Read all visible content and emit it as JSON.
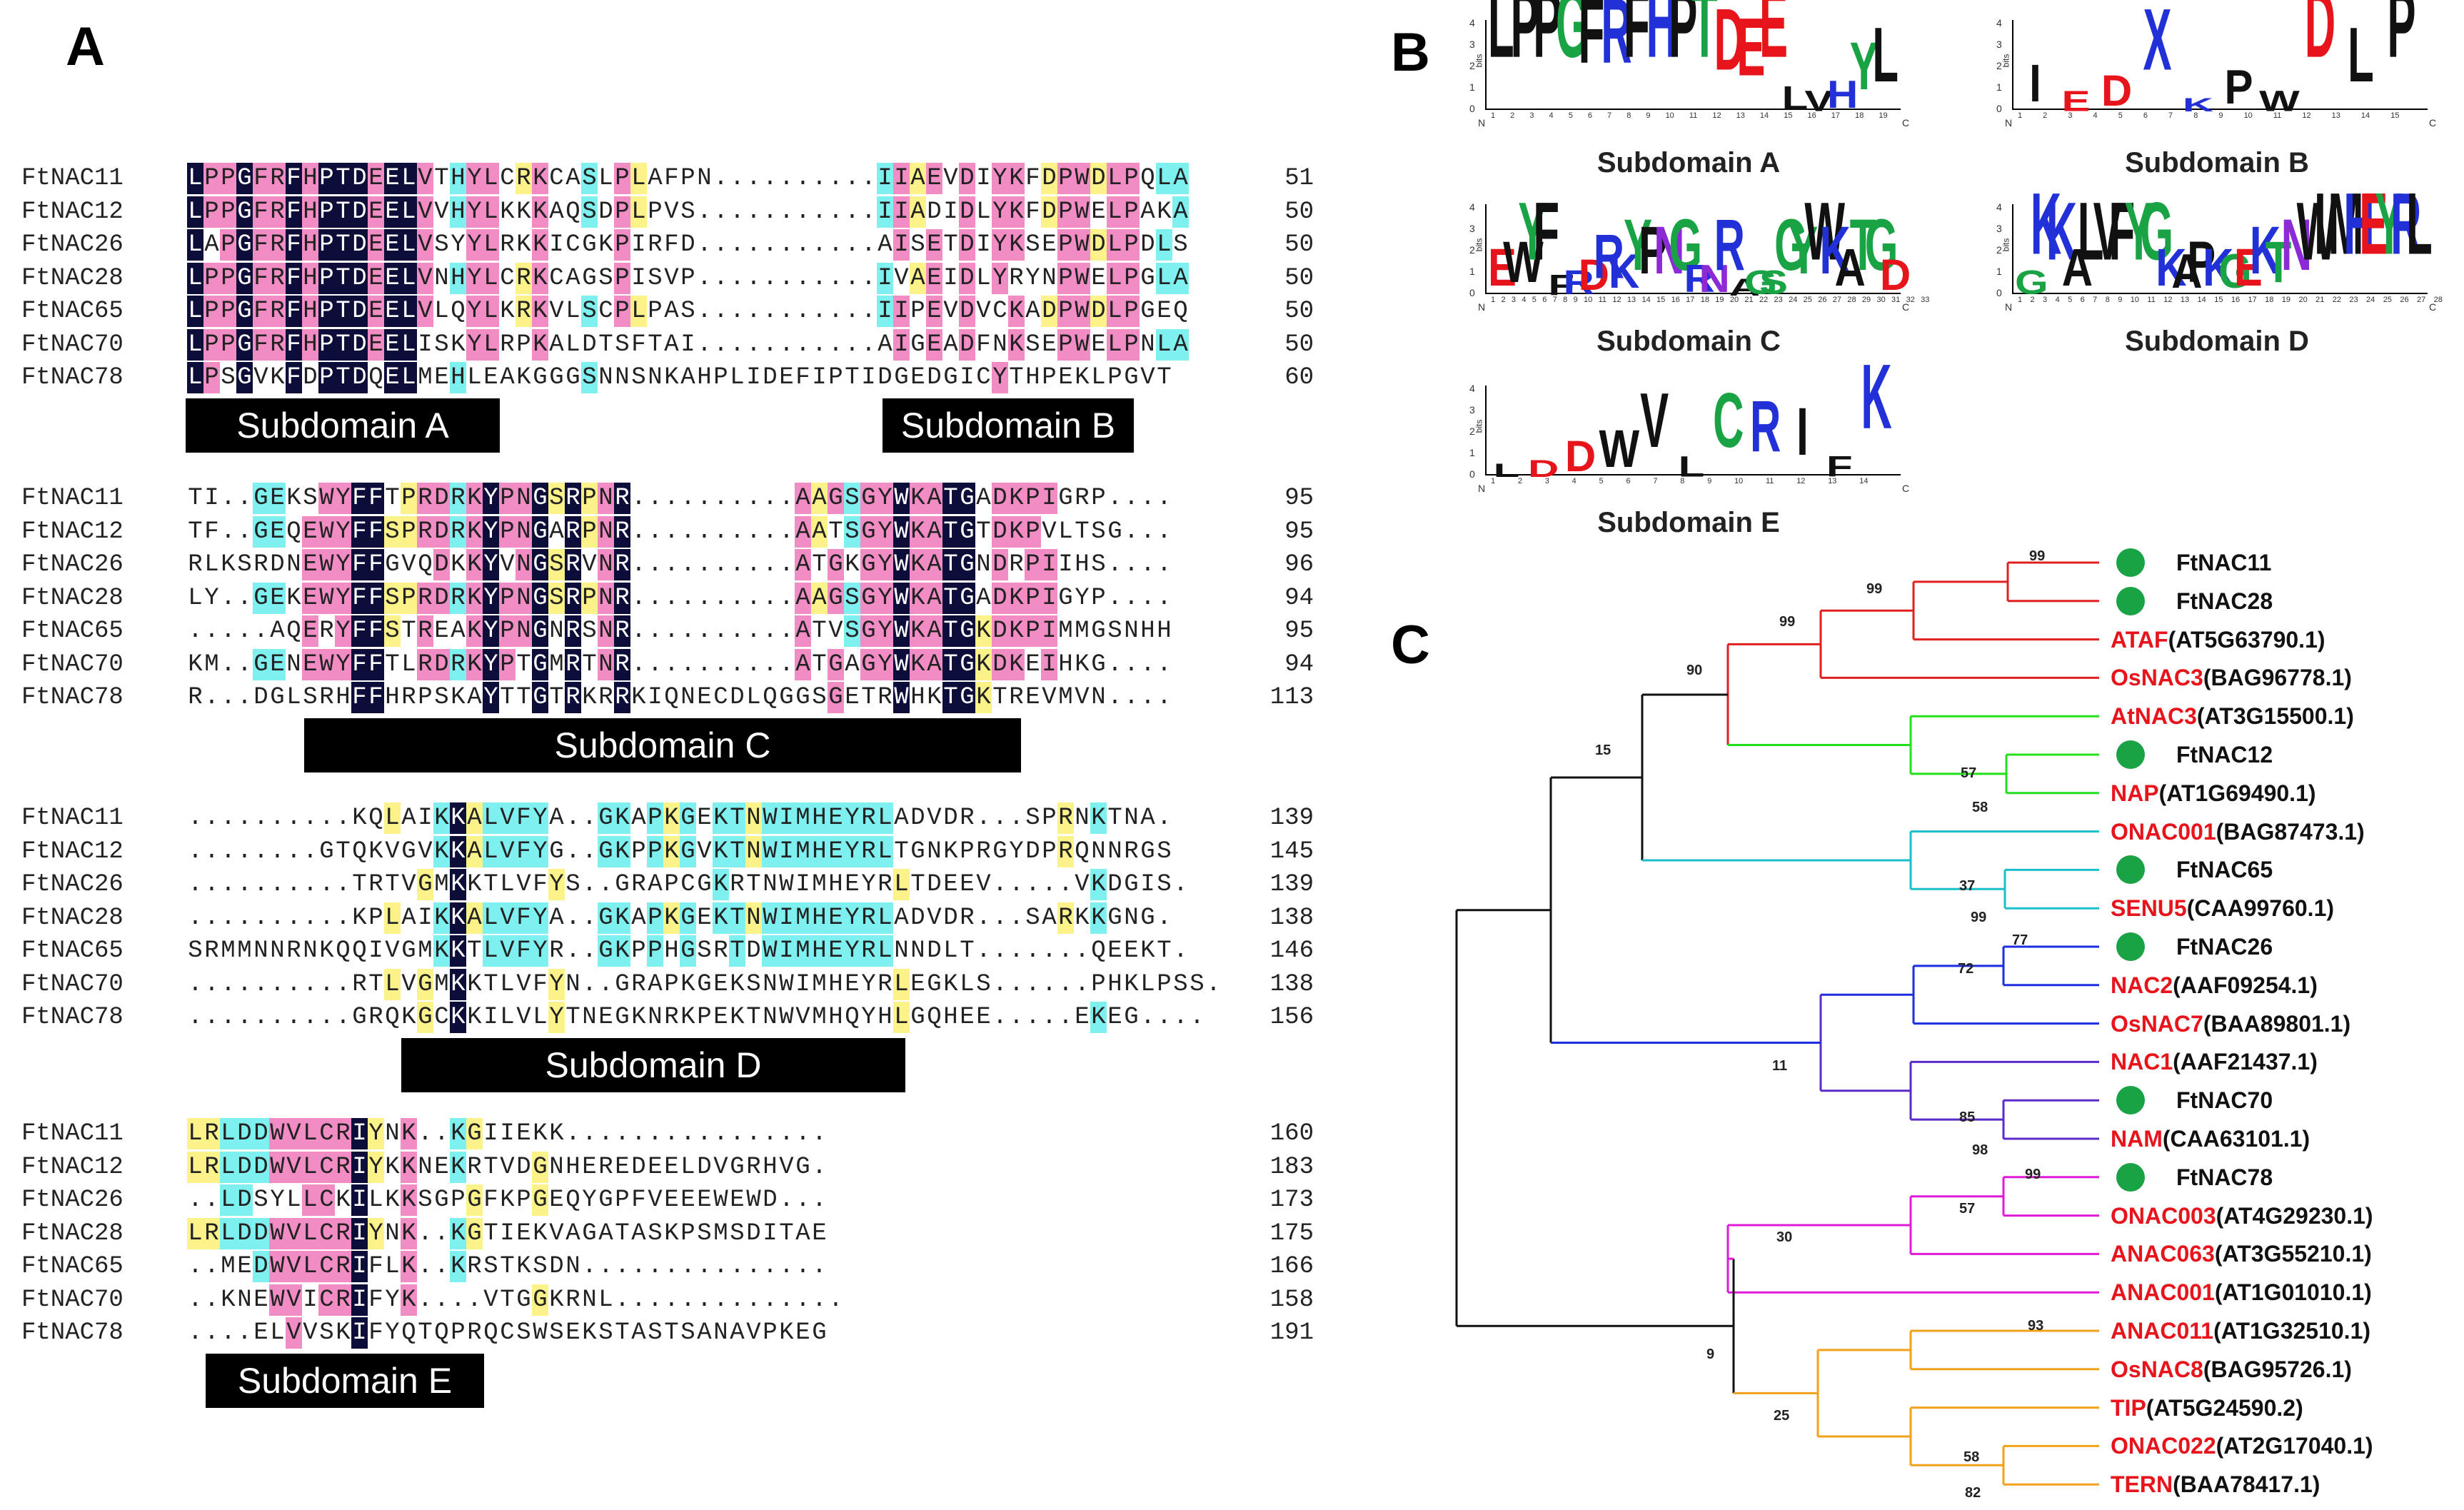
{
  "panels": {
    "a": "A",
    "b": "B",
    "c": "C"
  },
  "colors": {
    "black_bg": "#0d0d3a",
    "pink": "#f28cc4",
    "cyan": "#7ff0f0",
    "yellow": "#fbf28a"
  },
  "alignment": {
    "blocks": [
      {
        "rows": [
          {
            "name": "FtNAC11",
            "seq": "LPPGFRFHPTDEELVTHYLCRKCASLPLAFPN..........IIAEVDIYKFDPWDLPQLA",
            "num": "51"
          },
          {
            "name": "FtNAC12",
            "seq": "LPPGFRFHPTDEELVVHYLKKKAQSDPLPVS...........IIADIDLYKFDPWELPAKA",
            "num": "50"
          },
          {
            "name": "FtNAC26",
            "seq": "LAPGFRFHPTDEELVSYYLRKKICGKPIRFD...........AISETDIYKSEPWDLPDLS",
            "num": "50"
          },
          {
            "name": "FtNAC28",
            "seq": "LPPGFRFHPTDEELVNHYLCRKCAGSPISVP...........IVAEIDLYRYNPWELPGLA",
            "num": "50"
          },
          {
            "name": "FtNAC65",
            "seq": "LPPGFRFHPTDEELVLQYLKRKVLSCPLPAS...........IIPEVDVCKADPWDLPGEQ",
            "num": "50"
          },
          {
            "name": "FtNAC70",
            "seq": "LPPGFRFHPTDEELISKYLRPKALDTSFTAI...........AIGEADFNKSEPWELPNLA",
            "num": "50"
          },
          {
            "name": "FtNAC78",
            "seq": "LPSGVKFDPTDQELMEHLEAKGGGSNNSNKAHPLIDEFIPTIDGEDGICYTHPEKLPGVT",
            "num": "60"
          }
        ]
      },
      {
        "rows": [
          {
            "name": "FtNAC11",
            "seq": "TI..GEKSWYFFTPRDRKYPNGSRPNR..........AAGSGYWKATGADKPIGRP....",
            "num": "95"
          },
          {
            "name": "FtNAC12",
            "seq": "TF..GEQEWYFFSPRDRKYPNGARPNR..........AATSGYWKATGTDKPVLTSG...",
            "num": "95"
          },
          {
            "name": "FtNAC26",
            "seq": "RLKSRDNEWYFFGVQDKKYVNGSRVNR..........ATGKGYWKATGNDRPIIHS....",
            "num": "96"
          },
          {
            "name": "FtNAC28",
            "seq": "LY..GEKEWYFFSPRDRKYPNGSRPNR..........AAGSGYWKATGADKPIGYP....",
            "num": "94"
          },
          {
            "name": "FtNAC65",
            "seq": ".....AQERYFFSTREAKYPNGNRSNR..........ATVSGYWKATGKDKPIMMGSNHH",
            "num": "95"
          },
          {
            "name": "FtNAC70",
            "seq": "KM..GENEWYFFTLRDRKYPTGMRTNR..........ATGAGYWKATGKDKEIHKG....",
            "num": "94"
          },
          {
            "name": "FtNAC78",
            "seq": "R...DGLSRHFFHRPSKAYTTGTRKRRKIQNECDLQGGSGETRWHKTGKTREVMVN....",
            "num": "113"
          }
        ]
      },
      {
        "rows": [
          {
            "name": "FtNAC11",
            "seq": "..........KQLAIKKALVFYA..GKAPKGEKTNWIMHEYRLADVDR...SPRNKTNA.",
            "num": "139"
          },
          {
            "name": "FtNAC12",
            "seq": "........GTQKVGVKKALVFYG..GKPPKGVKTNWIMHEYRLTGNKPRGYDPRQNNRGS",
            "num": "145"
          },
          {
            "name": "FtNAC26",
            "seq": "..........TRTVGMKKTLVFYS..GRAPCGKRTNWIMHEYRLTDEEV.....VKDGIS.",
            "num": "139"
          },
          {
            "name": "FtNAC28",
            "seq": "..........KPLAIKKALVFYA..GKAPKGEKTNWIMHEYRLADVDR...SARKKGNG.",
            "num": "138"
          },
          {
            "name": "FtNAC65",
            "seq": "SRMMNNRNKQQIVGMKKTLVFYR..GKPPHGSRTDWIMHEYRLNNDLT.......QEEKT.",
            "num": "146"
          },
          {
            "name": "FtNAC70",
            "seq": "..........RTLVGMKKTLVFYN..GRAPKGEKSNWIMHEYRLEGKLS......PHKLPSS.",
            "num": "138"
          },
          {
            "name": "FtNAC78",
            "seq": "..........GRQKGCKKILVLYTNEGKNRKPEKTNWVMHQYHLGQHEE.....EKEG....",
            "num": "156"
          }
        ]
      },
      {
        "rows": [
          {
            "name": "FtNAC11",
            "seq": "LRLDDWVLCRIYNK..KGIIEKK................",
            "num": "160"
          },
          {
            "name": "FtNAC12",
            "seq": "LRLDDWVLCRIYKKNEKRTVDGNHEREDEELDVGRHVG.",
            "num": "183"
          },
          {
            "name": "FtNAC26",
            "seq": "..LDSYLLCKILKKSGPGFKPGEQYGPFVEEEWEWD...",
            "num": "173"
          },
          {
            "name": "FtNAC28",
            "seq": "LRLDDWVLCRIYNK..KGTIEKVAGATASKPSMSDITAE",
            "num": "175"
          },
          {
            "name": "FtNAC65",
            "seq": "..MEDWVLCRIFLK..KRSTKSDN...............",
            "num": "166"
          },
          {
            "name": "FtNAC70",
            "seq": "..KNEWVICRIFYK....VTGGKRNL..............",
            "num": "158"
          },
          {
            "name": "FtNAC78",
            "seq": "....ELVVSKIFYQTQPRQCSWSEKSTASTSANAVPKEG",
            "num": "191"
          }
        ]
      }
    ],
    "subdomain_labels": {
      "a": "Subdomain A",
      "b": "Subdomain B",
      "c": "Subdomain C",
      "d": "Subdomain D",
      "e": "Subdomain E"
    }
  },
  "logos": {
    "y_label": "bits",
    "n_label": "N",
    "c_label": "C",
    "y_ticks": [
      "4",
      "3",
      "2",
      "1",
      "0"
    ],
    "items": [
      {
        "caption": "Subdomain A",
        "letters": "LPPGFRFHPTDEELVHYL",
        "ticks": "1 2 3 4 5 6 7 8 9 10 11 12 13 14 15 16 17 18 19"
      },
      {
        "caption": "Subdomain B",
        "letters": "IEDXKPWDLP",
        "ticks": "1 2 3 4 5 6 7 8 9 10 11 12 13 14 15"
      },
      {
        "caption": "Subdomain C",
        "letters": "EWYFFRDRKYPNGRNRAGSGYWKATGD",
        "ticks": "1 2 3 4 5 6 7 8 9 10 11 12 13 14 15 16 17 18 19 20 21 22 23 24 25 26 27 28 29 30 31 32 33"
      },
      {
        "caption": "Subdomain D",
        "letters": "GKKALVFYGKAPKGEKTNWIMHEYRL",
        "ticks": "1 2 3 4 5 6 7 8 9 10 11 12 13 14 15 16 17 18 19 20 21 22 23 24 25 26 27 28"
      },
      {
        "caption": "Subdomain E",
        "letters": "LDDWVLCRIFK",
        "ticks": "1 2 3 4 5 6 7 8 9 10 11 12 13 14"
      }
    ]
  },
  "tree": {
    "leaves": [
      {
        "name": "FtNAC11",
        "acc": "",
        "dot": true,
        "red": false
      },
      {
        "name": "FtNAC28",
        "acc": "",
        "dot": true,
        "red": false
      },
      {
        "name": "ATAF",
        "acc": "(AT5G63790.1)",
        "dot": false,
        "red": true
      },
      {
        "name": "OsNAC3",
        "acc": "(BAG96778.1)",
        "dot": false,
        "red": true
      },
      {
        "name": "AtNAC3",
        "acc": "(AT3G15500.1)",
        "dot": false,
        "red": true
      },
      {
        "name": "FtNAC12",
        "acc": "",
        "dot": true,
        "red": false
      },
      {
        "name": "NAP",
        "acc": "(AT1G69490.1)",
        "dot": false,
        "red": true
      },
      {
        "name": "ONAC001",
        "acc": "(BAG87473.1)",
        "dot": false,
        "red": true
      },
      {
        "name": "FtNAC65",
        "acc": "",
        "dot": true,
        "red": false
      },
      {
        "name": "SENU5",
        "acc": "(CAA99760.1)",
        "dot": false,
        "red": true
      },
      {
        "name": "FtNAC26",
        "acc": "",
        "dot": true,
        "red": false
      },
      {
        "name": "NAC2",
        "acc": "(AAF09254.1)",
        "dot": false,
        "red": true
      },
      {
        "name": "OsNAC7",
        "acc": "(BAA89801.1)",
        "dot": false,
        "red": true
      },
      {
        "name": "NAC1",
        "acc": "(AAF21437.1)",
        "dot": false,
        "red": true
      },
      {
        "name": "FtNAC70",
        "acc": "",
        "dot": true,
        "red": false
      },
      {
        "name": "NAM",
        "acc": "(CAA63101.1)",
        "dot": false,
        "red": true
      },
      {
        "name": "FtNAC78",
        "acc": "",
        "dot": true,
        "red": false
      },
      {
        "name": "ONAC003",
        "acc": "(AT4G29230.1)",
        "dot": false,
        "red": true
      },
      {
        "name": "ANAC063",
        "acc": "(AT3G55210.1)",
        "dot": false,
        "red": true
      },
      {
        "name": "ANAC001",
        "acc": "(AT1G01010.1)",
        "dot": false,
        "red": true
      },
      {
        "name": "ANAC011",
        "acc": "(AT1G32510.1)",
        "dot": false,
        "red": true
      },
      {
        "name": "OsNAC8",
        "acc": "(BAG95726.1)",
        "dot": false,
        "red": true
      },
      {
        "name": "TIP",
        "acc": "(AT5G24590.2)",
        "dot": false,
        "red": true
      },
      {
        "name": "ONAC022",
        "acc": "(AT2G17040.1)",
        "dot": false,
        "red": true
      },
      {
        "name": "TERN",
        "acc": "(BAA78417.1)",
        "dot": false,
        "red": true
      }
    ],
    "bootstrap": [
      "99",
      "99",
      "99",
      "90",
      "15",
      "57",
      "58",
      "37",
      "99",
      "77",
      "72",
      "11",
      "85",
      "98",
      "99",
      "57",
      "30",
      "9",
      "93",
      "25",
      "58",
      "82"
    ],
    "clade_colors": {
      "red": "#e0201f",
      "green": "#22e01a",
      "cyan": "#1bbfcc",
      "blue": "#1b2ee0",
      "purple": "#5a2bc8",
      "magenta": "#e01ad9",
      "orange": "#f2a21a",
      "black": "#111111"
    }
  }
}
